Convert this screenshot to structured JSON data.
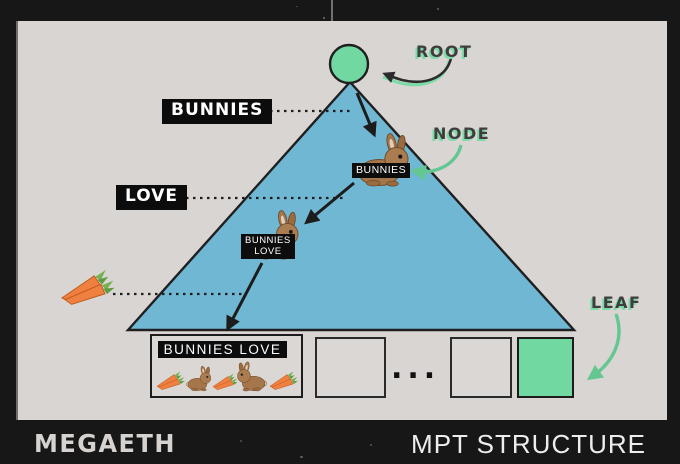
{
  "tree": {
    "annotations": {
      "root": "ROOT",
      "node": "NODE",
      "leaf": "LEAF"
    },
    "level_labels": {
      "level1": "BUNNIES",
      "level2": "LOVE"
    },
    "node_tags": {
      "node1": "BUNNIES",
      "node2_line1": "BUNNIES",
      "node2_line2": "LOVE"
    },
    "leaf_row": {
      "leaf_tag": "BUNNIES LOVE",
      "ellipsis": "..."
    },
    "colors": {
      "triangle_fill": "#70b7d4",
      "accent_green": "#70d8a0",
      "annotation_text": "#3e3e3e",
      "annotation_shadow": "#7cdaa7",
      "canvas": "#d9d5d3",
      "frame": "#171717",
      "label_bg": "#0c0c0c"
    }
  },
  "footer": {
    "brand": "MEGAETH",
    "title": "MPT STRUCTURE"
  }
}
